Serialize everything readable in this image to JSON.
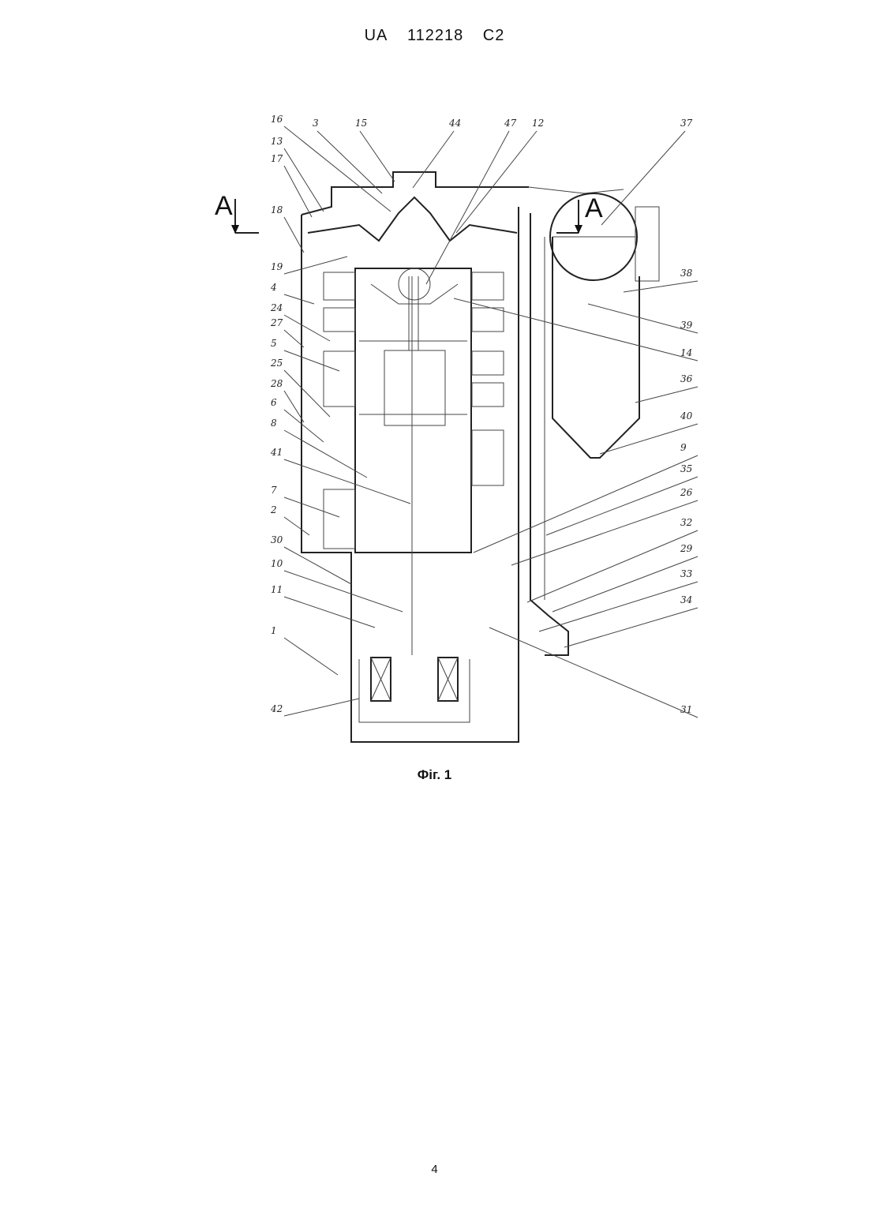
{
  "header": {
    "country": "UA",
    "number": "112218",
    "kind": "C2"
  },
  "figure": {
    "caption": "Фіг. 1",
    "section_marks": [
      "A",
      "A"
    ],
    "labels_left": [
      "16",
      "13",
      "17",
      "18",
      "19",
      "4",
      "24",
      "27",
      "5",
      "25",
      "28",
      "6",
      "8",
      "41",
      "7",
      "2",
      "30",
      "10",
      "11",
      "1",
      "42"
    ],
    "labels_top": [
      "3",
      "15",
      "44",
      "47",
      "12",
      "37"
    ],
    "labels_right": [
      "38",
      "39",
      "14",
      "36",
      "40",
      "9",
      "35",
      "26",
      "32",
      "29",
      "33",
      "34",
      "31"
    ]
  },
  "page": {
    "number": "4"
  }
}
